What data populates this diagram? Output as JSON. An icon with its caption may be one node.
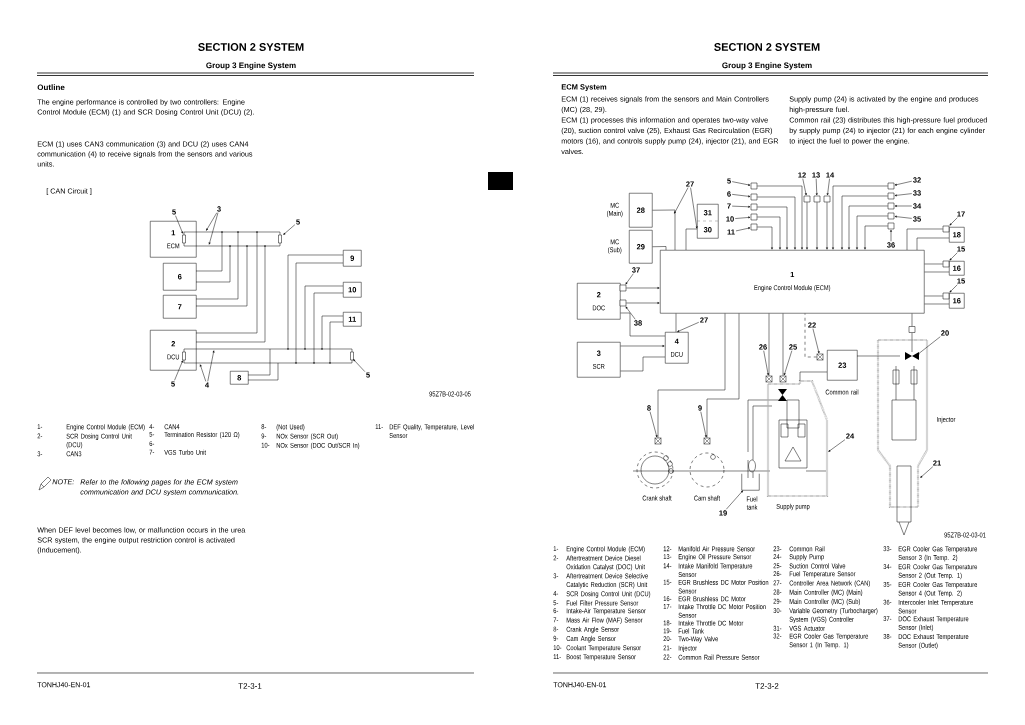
{
  "diagram": {
    "nodes": [
      {
        "text": [
          "1",
          "ECM"
        ]
      },
      {
        "text": [
          "6"
        ]
      },
      {
        "text": [
          "7"
        ]
      },
      {
        "text": [
          "2",
          "DCU"
        ]
      },
      {
        "text": [
          "8"
        ]
      },
      {
        "text": [
          "9"
        ]
      },
      {
        "text": [
          "10"
        ]
      },
      {
        "text": [
          "11"
        ]
      },
      {
        "text": [
          "5"
        ]
      },
      {
        "text": [
          "3"
        ]
      },
      {
        "text": [
          "5"
        ]
      },
      {
        "text": [
          "5"
        ]
      },
      {
        "text": [
          "4"
        ]
      },
      {
        "text": [
          "5"
        ]
      },
      {
        "text": [
          "28"
        ],
        "beside": [
          "MC (Main)"
        ]
      },
      {
        "text": [
          "29"
        ],
        "beside": [
          "MC (Sub)"
        ]
      },
      {
        "text": [
          "31",
          "30"
        ]
      },
      {
        "text": [
          "1",
          "Engine Control Module (ECM)"
        ]
      },
      {
        "text": [
          "2",
          "DOC"
        ]
      },
      {
        "text": [
          "3",
          "SCR"
        ]
      },
      {
        "text": [
          "4",
          "DCU"
        ]
      },
      {
        "text": [
          "18"
        ]
      },
      {
        "text": [
          "16"
        ]
      },
      {
        "text": [
          "16"
        ]
      },
      {
        "text": [
          "23"
        ],
        "beside": [
          "Common rail"
        ]
      },
      {
        "text": [
          "27"
        ]
      },
      {
        "text": [
          "5"
        ]
      },
      {
        "text": [
          "6"
        ]
      },
      {
        "text": [
          "7"
        ]
      },
      {
        "text": [
          "10"
        ]
      },
      {
        "text": [
          "11"
        ]
      },
      {
        "text": [
          "12"
        ]
      },
      {
        "text": [
          "13"
        ]
      },
      {
        "text": [
          "14"
        ]
      },
      {
        "text": [
          "32"
        ]
      },
      {
        "text": [
          "33"
        ]
      },
      {
        "text": [
          "34"
        ]
      },
      {
        "text": [
          "35"
        ]
      },
      {
        "text": [
          "36"
        ]
      },
      {
        "text": [
          "17"
        ]
      },
      {
        "text": [
          "15"
        ]
      },
      {
        "text": [
          "15"
        ]
      },
      {
        "text": [
          "37"
        ]
      },
      {
        "text": [
          "38"
        ]
      },
      {
        "text": [
          "27"
        ]
      },
      {
        "text": [
          "22"
        ]
      },
      {
        "text": [
          "26"
        ]
      },
      {
        "text": [
          "25"
        ]
      },
      {
        "text": [
          "20"
        ]
      },
      {
        "text": [
          "24"
        ]
      },
      {
        "text": [
          "21"
        ]
      },
      {
        "text": [
          "8"
        ]
      },
      {
        "text": [
          "9"
        ]
      },
      {
        "text": [
          "19"
        ]
      },
      {
        "text": [],
        "shape": "box"
      },
      {
        "text": [],
        "shape": "box"
      },
      {
        "text": [],
        "shape": "box"
      },
      {
        "text": [],
        "shape": "box"
      },
      {
        "text": [],
        "shape": "box"
      },
      {
        "text": [],
        "shape": "box"
      },
      {
        "text": [],
        "shape": "box"
      },
      {
        "text": [],
        "shape": "box"
      },
      {
        "text": [],
        "shape": "box"
      },
      {
        "text": [],
        "shape": "box"
      },
      {
        "text": [],
        "shape": "box"
      },
      {
        "text": [],
        "shape": "box"
      },
      {
        "text": [],
        "shape": "box"
      },
      {
        "text": [],
        "shape": "box"
      },
      {
        "text": [],
        "shape": "box"
      },
      {
        "text": [],
        "shape": "box"
      },
      {
        "text": [],
        "shape": "box"
      },
      {
        "text": [],
        "shape": "box"
      },
      {
        "text": [],
        "shape": "box"
      },
      {
        "text": [],
        "shape": "box"
      },
      {
        "text": [],
        "shape": "box"
      },
      {
        "text": [],
        "shape": "box"
      },
      {
        "text": [],
        "shape": "box"
      },
      {
        "text": [],
        "shape": "box"
      },
      {
        "text": [],
        "shape": "box"
      }
    ],
    "edges": [
      {
        "from": 8,
        "to": 0,
        "arrow": "to"
      },
      {
        "from": 9,
        "to": null,
        "arrow": "to"
      },
      {
        "from": 9,
        "to": null,
        "arrow": "to"
      },
      {
        "from": 10,
        "to": null,
        "arrow": "to"
      },
      {
        "from": 11,
        "to": 3,
        "arrow": "to"
      },
      {
        "from": 12,
        "to": null,
        "arrow": "to"
      },
      {
        "from": 12,
        "to": null,
        "arrow": "to"
      },
      {
        "from": 13,
        "to": null,
        "arrow": "to"
      },
      {
        "from": 14,
        "to": 17,
        "arrow": "none"
      },
      {
        "from": 15,
        "to": 17,
        "arrow": "none"
      },
      {
        "from": 16,
        "to": 17,
        "arrow": "none"
      },
      {
        "from": 70,
        "to": 17,
        "arrow": "to"
      },
      {
        "from": 71,
        "to": 17,
        "arrow": "to"
      },
      {
        "from": 18,
        "to": 20,
        "arrow": "none"
      },
      {
        "from": 19,
        "to": 20,
        "arrow": "to"
      },
      {
        "from": 19,
        "to": 20,
        "arrow": "none"
      },
      {
        "from": 20,
        "to": 17,
        "arrow": "none"
      },
      {
        "from": 67,
        "to": 17,
        "arrow": "none"
      },
      {
        "from": 21,
        "to": 17,
        "arrow": "none"
      },
      {
        "from": 68,
        "to": 17,
        "arrow": "none"
      },
      {
        "from": 22,
        "to": 17,
        "arrow": "none"
      },
      {
        "from": 69,
        "to": 17,
        "arrow": "none"
      },
      {
        "from": 23,
        "to": 17,
        "arrow": "none"
      },
      {
        "from": 25,
        "to": null,
        "arrow": "to"
      },
      {
        "from": 25,
        "to": 16,
        "arrow": "to"
      },
      {
        "from": 26,
        "to": 54,
        "arrow": "to"
      },
      {
        "from": 27,
        "to": 55,
        "arrow": "to"
      },
      {
        "from": 28,
        "to": 56,
        "arrow": "to"
      },
      {
        "from": 29,
        "to": 57,
        "arrow": "to"
      },
      {
        "from": 30,
        "to": 58,
        "arrow": "to"
      },
      {
        "from": 31,
        "to": 59,
        "arrow": "to"
      },
      {
        "from": 32,
        "to": 60,
        "arrow": "to"
      },
      {
        "from": 33,
        "to": 61,
        "arrow": "to"
      },
      {
        "from": 34,
        "to": 62,
        "arrow": "to"
      },
      {
        "from": 35,
        "to": 63,
        "arrow": "to"
      },
      {
        "from": 36,
        "to": 64,
        "arrow": "to"
      },
      {
        "from": 37,
        "to": 65,
        "arrow": "to"
      },
      {
        "from": 38,
        "to": 66,
        "arrow": "to"
      },
      {
        "from": 39,
        "to": 67,
        "arrow": "to"
      },
      {
        "from": 40,
        "to": 68,
        "arrow": "to"
      },
      {
        "from": 41,
        "to": 69,
        "arrow": "to"
      },
      {
        "from": 42,
        "to": 70,
        "arrow": "to"
      },
      {
        "from": 43,
        "to": 71,
        "arrow": "to"
      },
      {
        "from": 44,
        "to": 20,
        "arrow": "to"
      },
      {
        "from": 45,
        "to": 74,
        "arrow": "to"
      },
      {
        "from": 46,
        "to": 75,
        "arrow": "to"
      },
      {
        "from": 47,
        "to": 76,
        "arrow": "to"
      },
      {
        "from": 48,
        "to": null,
        "arrow": "to"
      },
      {
        "from": 49,
        "to": null,
        "arrow": "to"
      },
      {
        "from": 50,
        "to": null,
        "arrow": "to"
      },
      {
        "from": 51,
        "to": 72,
        "arrow": "to"
      },
      {
        "from": 52,
        "to": 73,
        "arrow": "to"
      },
      {
        "from": 53,
        "to": 78,
        "arrow": "to"
      },
      {
        "from": 54,
        "to": 17,
        "arrow": "to"
      },
      {
        "from": 55,
        "to": 17,
        "arrow": "to"
      },
      {
        "from": 56,
        "to": 17,
        "arrow": "to"
      },
      {
        "from": 57,
        "to": 17,
        "arrow": "to"
      },
      {
        "from": 58,
        "to": 17,
        "arrow": "to"
      },
      {
        "from": 59,
        "to": 17,
        "arrow": "to"
      },
      {
        "from": 60,
        "to": 17,
        "arrow": "to"
      },
      {
        "from": 61,
        "to": 17,
        "arrow": "to"
      },
      {
        "from": 62,
        "to": 17,
        "arrow": "to"
      },
      {
        "from": 63,
        "to": 17,
        "arrow": "to"
      },
      {
        "from": 64,
        "to": 17,
        "arrow": "to"
      },
      {
        "from": 65,
        "to": 17,
        "arrow": "to"
      },
      {
        "from": 66,
        "to": 17,
        "arrow": "to"
      },
      {
        "from": 72,
        "to": 17,
        "arrow": "none"
      },
      {
        "from": 73,
        "to": 17,
        "arrow": "none"
      },
      {
        "from": 74,
        "to": 17,
        "arrow": "none",
        "style": "dashed"
      },
      {
        "from": 75,
        "to": 17,
        "arrow": "none"
      },
      {
        "from": 76,
        "to": 17,
        "arrow": "none"
      },
      {
        "from": 77,
        "to": 17,
        "arrow": "none"
      }
    ],
    "labels": [
      "SECTION 2 SYSTEM",
      "Group 3 Engine System",
      "Outline",
      "The engine performance is controlled by two controllers: Engine Control Module (ECM) (1) and SCR Dosing Control Unit (DCU) (2).",
      "ECM (1) uses CAN3 communication (3) and DCU (2) uses CAN4 communication (4) to receive signals from the sensors and various units.",
      "[ CAN Circuit ]",
      "95Z7B-02-03-05",
      "1-",
      "Engine Control Module (ECM)",
      "2-",
      "SCR Dosing Control Unit (DCU)",
      "3-",
      "CAN3",
      "4-",
      "CAN4",
      "5-",
      "Termination Resistor (120 Ω)",
      "6-",
      "7-",
      "VGS Turbo Unit",
      "8-",
      "(Not Used)",
      "9-",
      "NOx Sensor (SCR Out)",
      "10-",
      "NOx Sensor (DOC Out/SCR In)",
      "11-",
      "DEF Quality, Temperature, Level Sensor",
      "NOTE:",
      "Refer to the following pages for the ECM system communication and DCU system communication.",
      "When DEF level becomes low, or malfunction occurs in the urea SCR system, the engine output restriction control is activated (Inducement).",
      "TONHJ40-EN-01",
      "T2-3-1",
      "SECTION 2 SYSTEM",
      "Group 3 Engine System",
      "ECM System",
      "ECM (1) receives signals from the sensors and Main Controllers (MC) (28, 29).",
      "ECM (1) processes this information and operates two-way valve (20), suction control valve (25), Exhaust Gas Recirculation (EGR) motors (16), and controls supply pump (24), injector (21), and EGR valves.",
      "Supply pump (24) is activated by the engine and produces high-pressure fuel.",
      "Common rail (23) distributes this high-pressure fuel produced by supply pump (24) to injector (21) for each engine cylinder to inject the fuel to power the engine.",
      "Crank shaft",
      "Cam shaft",
      "Fuel tank",
      "Supply pump",
      "Injector",
      "95Z7B-02-03-01",
      "1-",
      "Engine Control Module (ECM)",
      "2-",
      "Aftertreatment Device Diesel Oxidation Catalyst (DOC) Unit",
      "3-",
      "Aftertreatment Device Selective Catalytic Reduction (SCR) Unit",
      "4-",
      "SCR Dosing Control Unit (DCU)",
      "5-",
      "Fuel Filter Pressure Sensor",
      "6-",
      "Intake-Air Temperature Sensor",
      "7-",
      "Mass Air Flow (MAF) Sensor",
      "8-",
      "Crank Angle Sensor",
      "9-",
      "Cam Angle Sensor",
      "10-",
      "Coolant Temperature Sensor",
      "11-",
      "Boost Temperature Sensor",
      "12-",
      "Manifold Air Pressure Sensor",
      "13-",
      "Engine Oil Pressure Sensor",
      "14-",
      "Intake Manifold Temperature Sensor",
      "15-",
      "EGR Brushless DC Motor Position Sensor",
      "16-",
      "EGR Brushless DC Motor",
      "17-",
      "Intake Throttle DC Motor Position Sensor",
      "18-",
      "Intake Throttle DC Motor",
      "19-",
      "Fuel Tank",
      "20-",
      "Two-Way Valve",
      "21-",
      "Injector",
      "22-",
      "Common Rail Pressure Sensor",
      "23-",
      "Common Rail",
      "24-",
      "Supply Pump",
      "25-",
      "Suction Control Valve",
      "26-",
      "Fuel Temperature Sensor",
      "27-",
      "Controller Area Network (CAN)",
      "28-",
      "Main Controller (MC) (Main)",
      "29-",
      "Main Controller (MC) (Sub)",
      "30-",
      "Variable Geometry (Turbocharger) System (VGS) Controller",
      "31-",
      "VGS Actuator",
      "32-",
      "EGR Cooler Gas Temperature Sensor 1 (In Temp. 1)",
      "33-",
      "EGR Cooler Gas Temperature Sensor 3 (In Temp. 2)",
      "34-",
      "EGR Cooler Gas Temperature Sensor 2 (Out Temp. 1)",
      "35-",
      "EGR Cooler Gas Temperature Sensor 4 (Out Temp. 2)",
      "36-",
      "Intercooler Inlet Temperature Sensor",
      "37-",
      "DOC Exhaust Temperature Sensor (Inlet)",
      "38-",
      "DOC Exhaust Temperature Sensor (Outlet)",
      "TONHJ40-EN-01",
      "T2-3-2"
    ]
  }
}
